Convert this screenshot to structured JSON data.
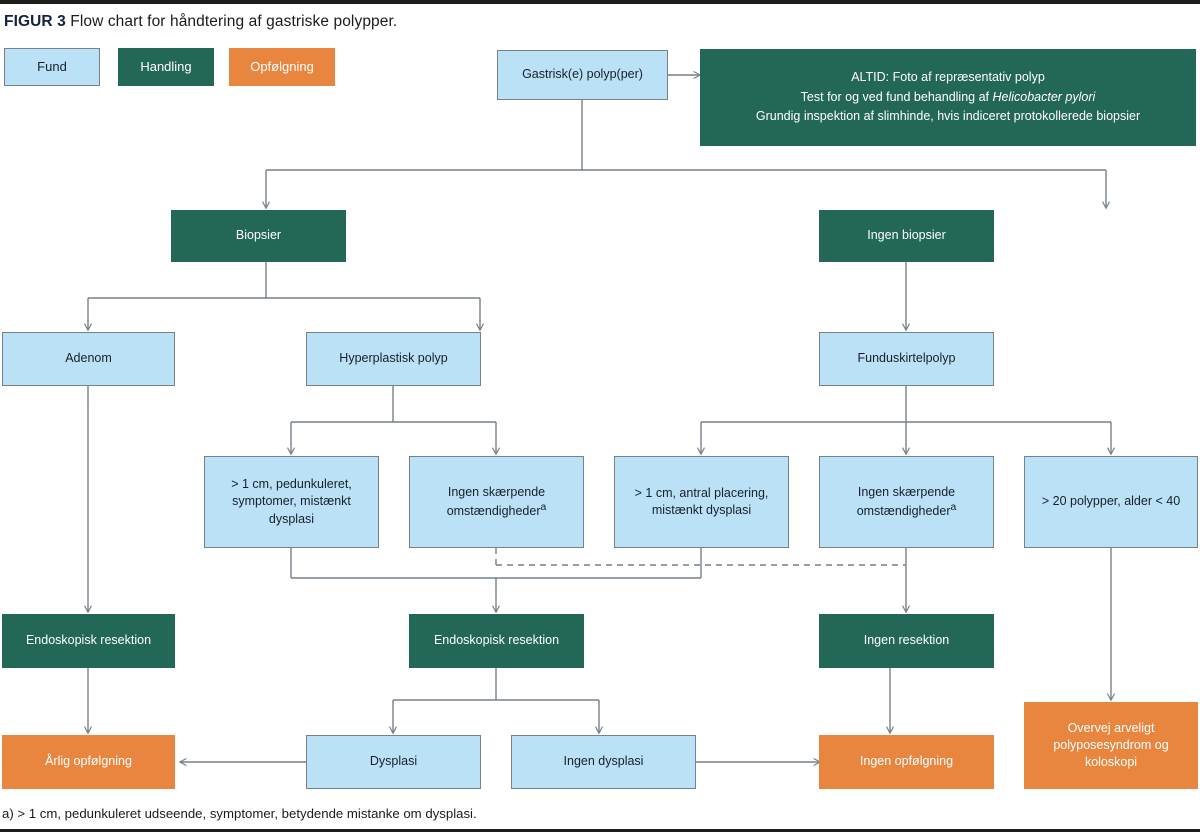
{
  "figure": {
    "label": "FIGUR 3",
    "caption": "Flow chart for håndtering af gastriske polypper.",
    "footnote": "a) > 1 cm, pedunkuleret udseende, symptomer, betydende mistanke om dysplasi."
  },
  "colors": {
    "fund": "#bbe1f7",
    "handling": "#236857",
    "opfolgning": "#e8863f",
    "border": "#77818a",
    "connector": "#77818a",
    "text_dark": "#16202b",
    "text_light": "#ffffff",
    "rule": "#1d1d1d"
  },
  "legend": [
    {
      "id": "legend-fund",
      "label": "Fund",
      "type": "fund"
    },
    {
      "id": "legend-handling",
      "label": "Handling",
      "type": "handling"
    },
    {
      "id": "legend-opfolgning",
      "label": "Opfølgning",
      "type": "opfolgning"
    }
  ],
  "nodes": {
    "root": {
      "label": "Gastrisk(e) polyp(per)",
      "type": "fund"
    },
    "always": {
      "line1": "ALTID: Foto af repræsentativ polyp",
      "line2_a": "Test for og ved fund behandling af ",
      "line2_em": "Helicobacter pylori",
      "line3": "Grundig inspektion af slimhinde, hvis indiceret protokollerede biopsier",
      "type": "handling"
    },
    "biopsier": {
      "label": "Biopsier",
      "type": "handling"
    },
    "ingen_biopsier": {
      "label": "Ingen biopsier",
      "type": "handling"
    },
    "adenom": {
      "label": "Adenom",
      "type": "fund"
    },
    "hyperplastisk": {
      "label": "Hyperplastisk polyp",
      "type": "fund"
    },
    "funduskirtel": {
      "label": "Funduskirtelpolyp",
      "type": "fund"
    },
    "hyp_crit": {
      "label": "> 1 cm, pedunkuleret, symptomer, mistænkt dysplasi",
      "type": "fund"
    },
    "hyp_nocrit": {
      "label": "Ingen skærpende omstændigheder",
      "sup": "a",
      "type": "fund"
    },
    "fund_crit": {
      "label": "> 1 cm, antral placering, mistænkt dysplasi",
      "type": "fund"
    },
    "fund_nocrit": {
      "label": "Ingen skærpende omstændigheder",
      "sup": "a",
      "type": "fund"
    },
    "fund_many": {
      "label": "> 20 polypper, alder < 40",
      "type": "fund"
    },
    "resektion_left": {
      "label": "Endoskopisk resektion",
      "type": "handling"
    },
    "resektion_mid": {
      "label": "Endoskopisk resektion",
      "type": "handling"
    },
    "ingen_resektion": {
      "label": "Ingen resektion",
      "type": "handling"
    },
    "aarlig": {
      "label": "Årlig opfølgning",
      "type": "opfolgning"
    },
    "dysplasi": {
      "label": "Dysplasi",
      "type": "fund"
    },
    "ingen_dysplasi": {
      "label": "Ingen dysplasi",
      "type": "fund"
    },
    "ingen_opfolgning": {
      "label": "Ingen opfølgning",
      "type": "opfolgning"
    },
    "arvelig": {
      "label": "Overvej arveligt polyposesyndrom og koloskopi",
      "type": "opfolgning"
    }
  },
  "flow_edges": [
    {
      "from": "root",
      "to": "always",
      "style": "solid"
    },
    {
      "from": "root",
      "to": "biopsier",
      "style": "solid"
    },
    {
      "from": "root",
      "to": "ingen_biopsier",
      "style": "solid"
    },
    {
      "from": "biopsier",
      "to": "adenom",
      "style": "solid"
    },
    {
      "from": "biopsier",
      "to": "hyperplastisk",
      "style": "solid"
    },
    {
      "from": "ingen_biopsier",
      "to": "funduskirtel",
      "style": "solid"
    },
    {
      "from": "hyperplastisk",
      "to": "hyp_crit",
      "style": "solid"
    },
    {
      "from": "hyperplastisk",
      "to": "hyp_nocrit",
      "style": "solid"
    },
    {
      "from": "funduskirtel",
      "to": "fund_crit",
      "style": "solid"
    },
    {
      "from": "funduskirtel",
      "to": "fund_nocrit",
      "style": "solid"
    },
    {
      "from": "funduskirtel",
      "to": "fund_many",
      "style": "solid"
    },
    {
      "from": "adenom",
      "to": "resektion_left",
      "style": "solid"
    },
    {
      "from": "hyp_crit",
      "to": "resektion_mid",
      "style": "solid"
    },
    {
      "from": "fund_crit",
      "to": "resektion_mid",
      "style": "solid"
    },
    {
      "from": "hyp_nocrit",
      "to": "fund_nocrit",
      "style": "dashed"
    },
    {
      "from": "fund_nocrit",
      "to": "ingen_resektion",
      "style": "solid"
    },
    {
      "from": "resektion_left",
      "to": "aarlig",
      "style": "solid"
    },
    {
      "from": "resektion_mid",
      "to": "dysplasi",
      "style": "solid"
    },
    {
      "from": "resektion_mid",
      "to": "ingen_dysplasi",
      "style": "solid"
    },
    {
      "from": "dysplasi",
      "to": "aarlig",
      "style": "solid"
    },
    {
      "from": "ingen_dysplasi",
      "to": "ingen_opfolgning",
      "style": "solid"
    },
    {
      "from": "ingen_resektion",
      "to": "ingen_opfolgning",
      "style": "solid"
    },
    {
      "from": "fund_many",
      "to": "arvelig",
      "style": "solid"
    }
  ]
}
